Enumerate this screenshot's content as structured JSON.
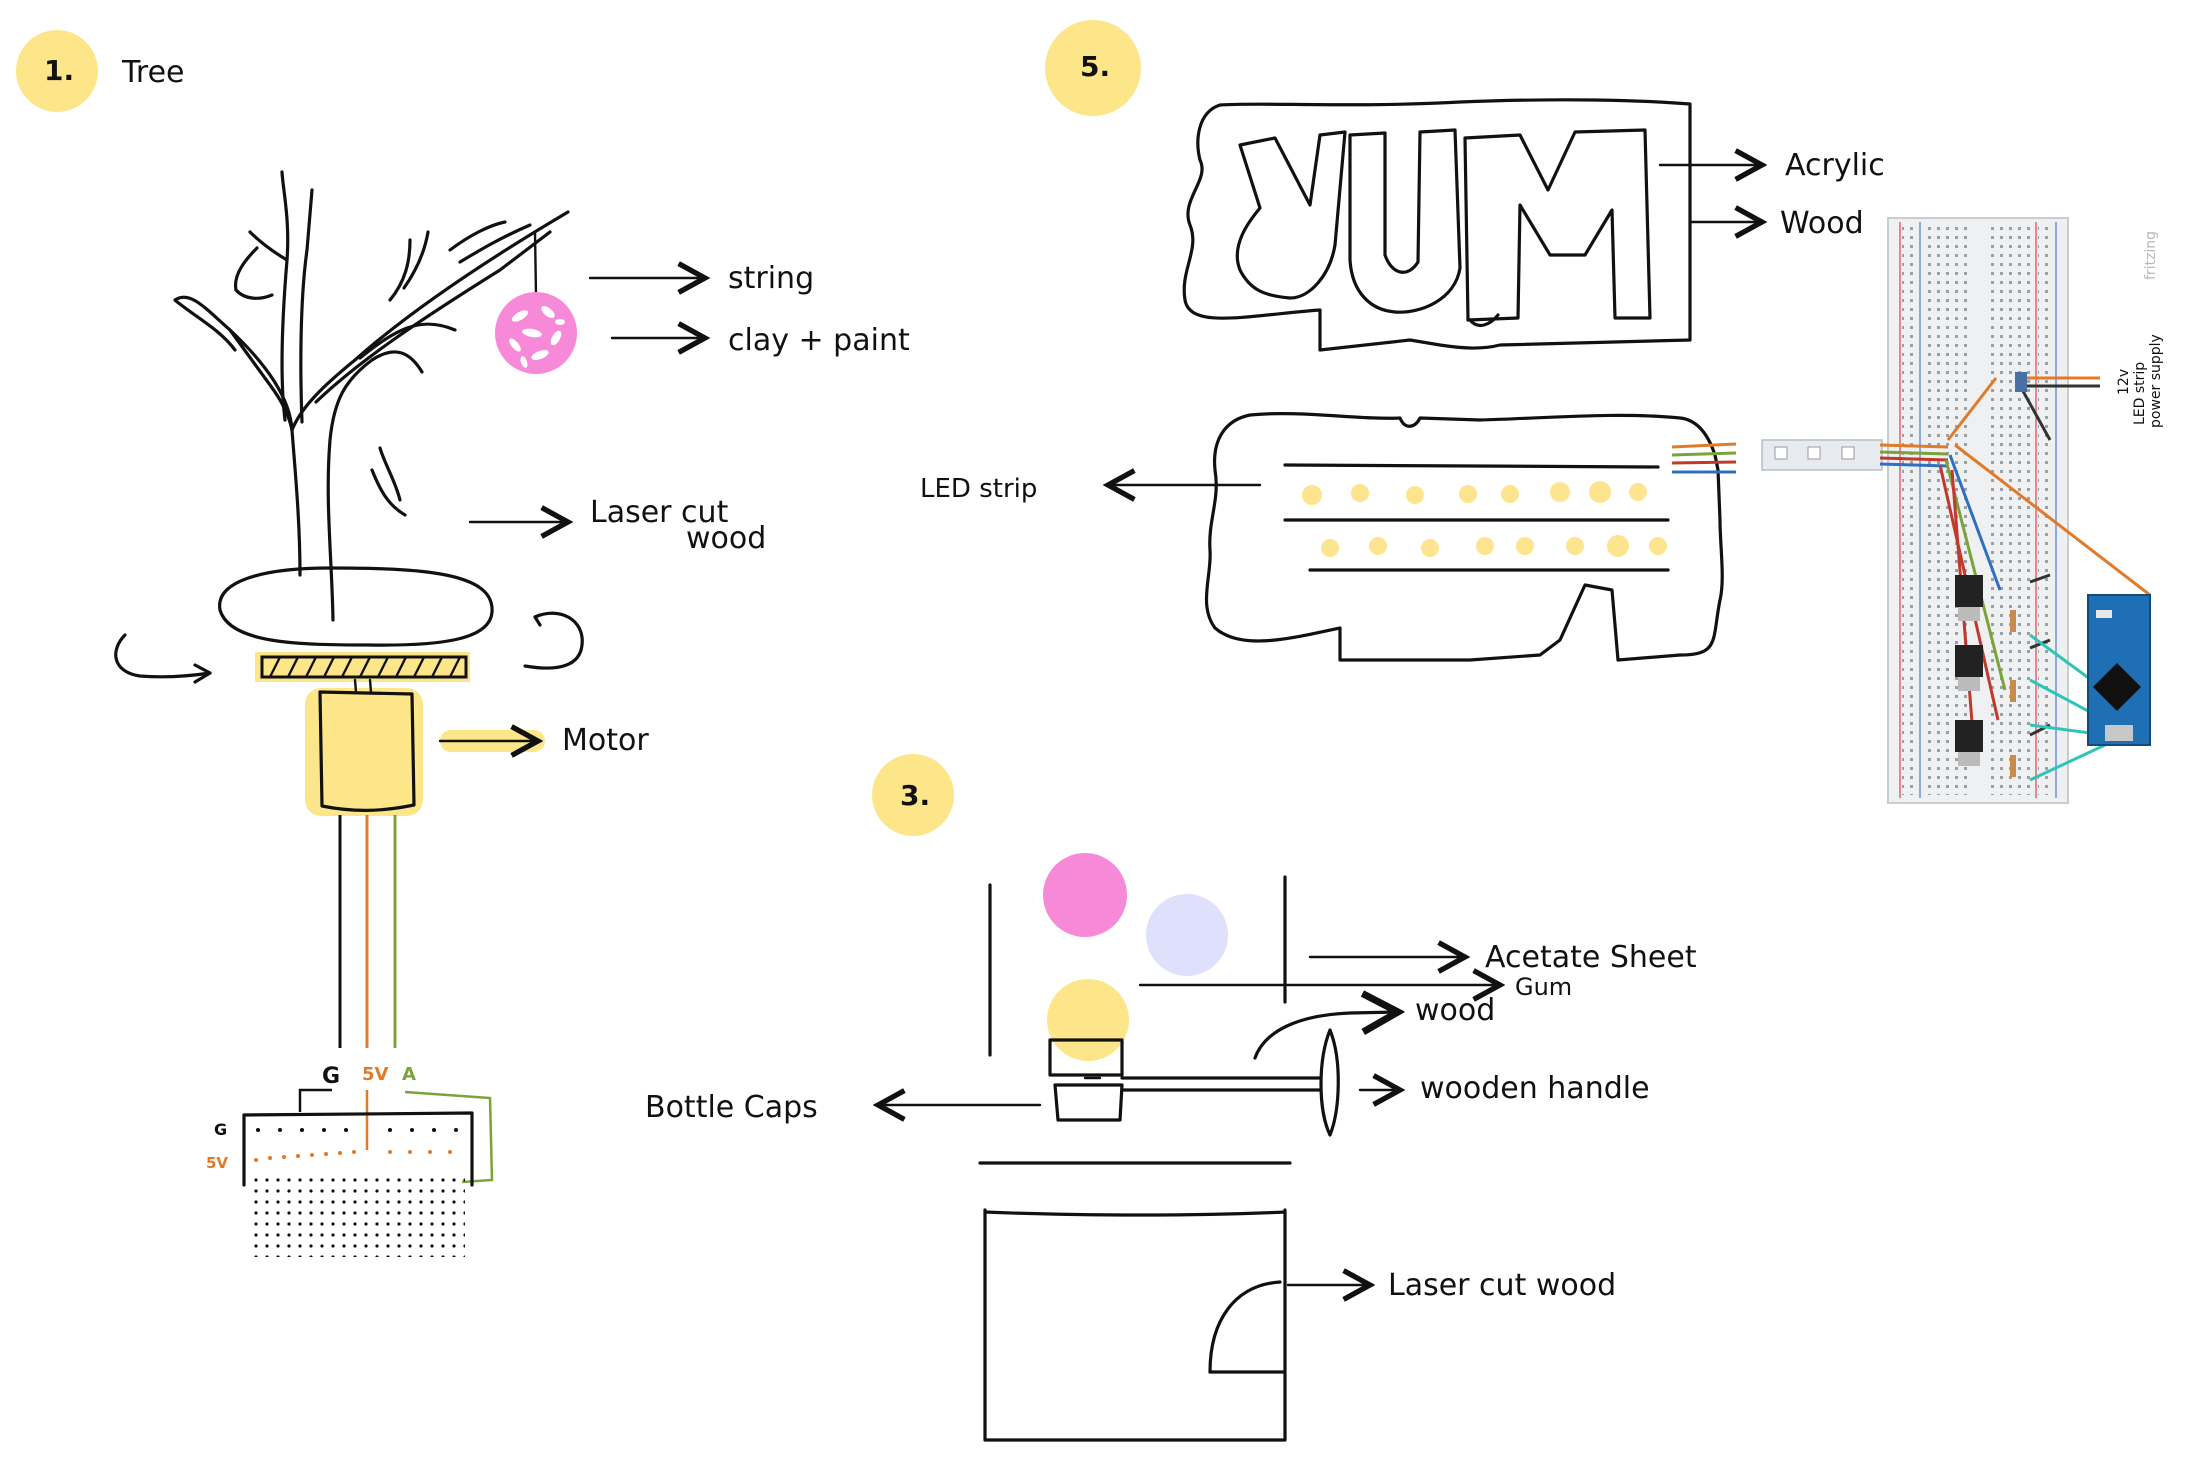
{
  "colors": {
    "ink": "#111111",
    "highlight_yellow": "#fde68a",
    "led_yellow": "#fde58f",
    "pink": "#f78ad8",
    "lavender": "#dfe0fb",
    "wire_orange": "#e07b2a",
    "wire_green": "#7aa33a",
    "wire_red": "#c0392b",
    "wire_blue": "#2f6fc0",
    "wire_teal": "#2ec4b6",
    "board_blue": "#1f6fb5"
  },
  "sections": {
    "one": {
      "number": "1.",
      "title": "Tree"
    },
    "two": {
      "number": "5."
    },
    "three": {
      "number": "3."
    }
  },
  "tree": {
    "labels": {
      "string": "string",
      "clay": "clay + paint",
      "laser": "Laser cut",
      "laser2": "wood",
      "motor": "Motor"
    },
    "pins": {
      "g": "G",
      "v5": "5V",
      "a": "A"
    },
    "rails": {
      "g": "G",
      "v5": "5V"
    }
  },
  "sign": {
    "word": "YUM",
    "labels": {
      "acrylic": "Acrylic",
      "wood": "Wood",
      "led": "LED strip"
    }
  },
  "circuit": {
    "brand": "fritzing",
    "power_label_1": "12v",
    "power_label_2": "LED strip",
    "power_label_3": "power supply"
  },
  "gumball": {
    "labels": {
      "acetate": "Acetate Sheet",
      "gum": "Gum",
      "wood": "wood",
      "handle": "wooden handle",
      "caps": "Bottle Caps",
      "laser": "Laser cut wood"
    }
  }
}
